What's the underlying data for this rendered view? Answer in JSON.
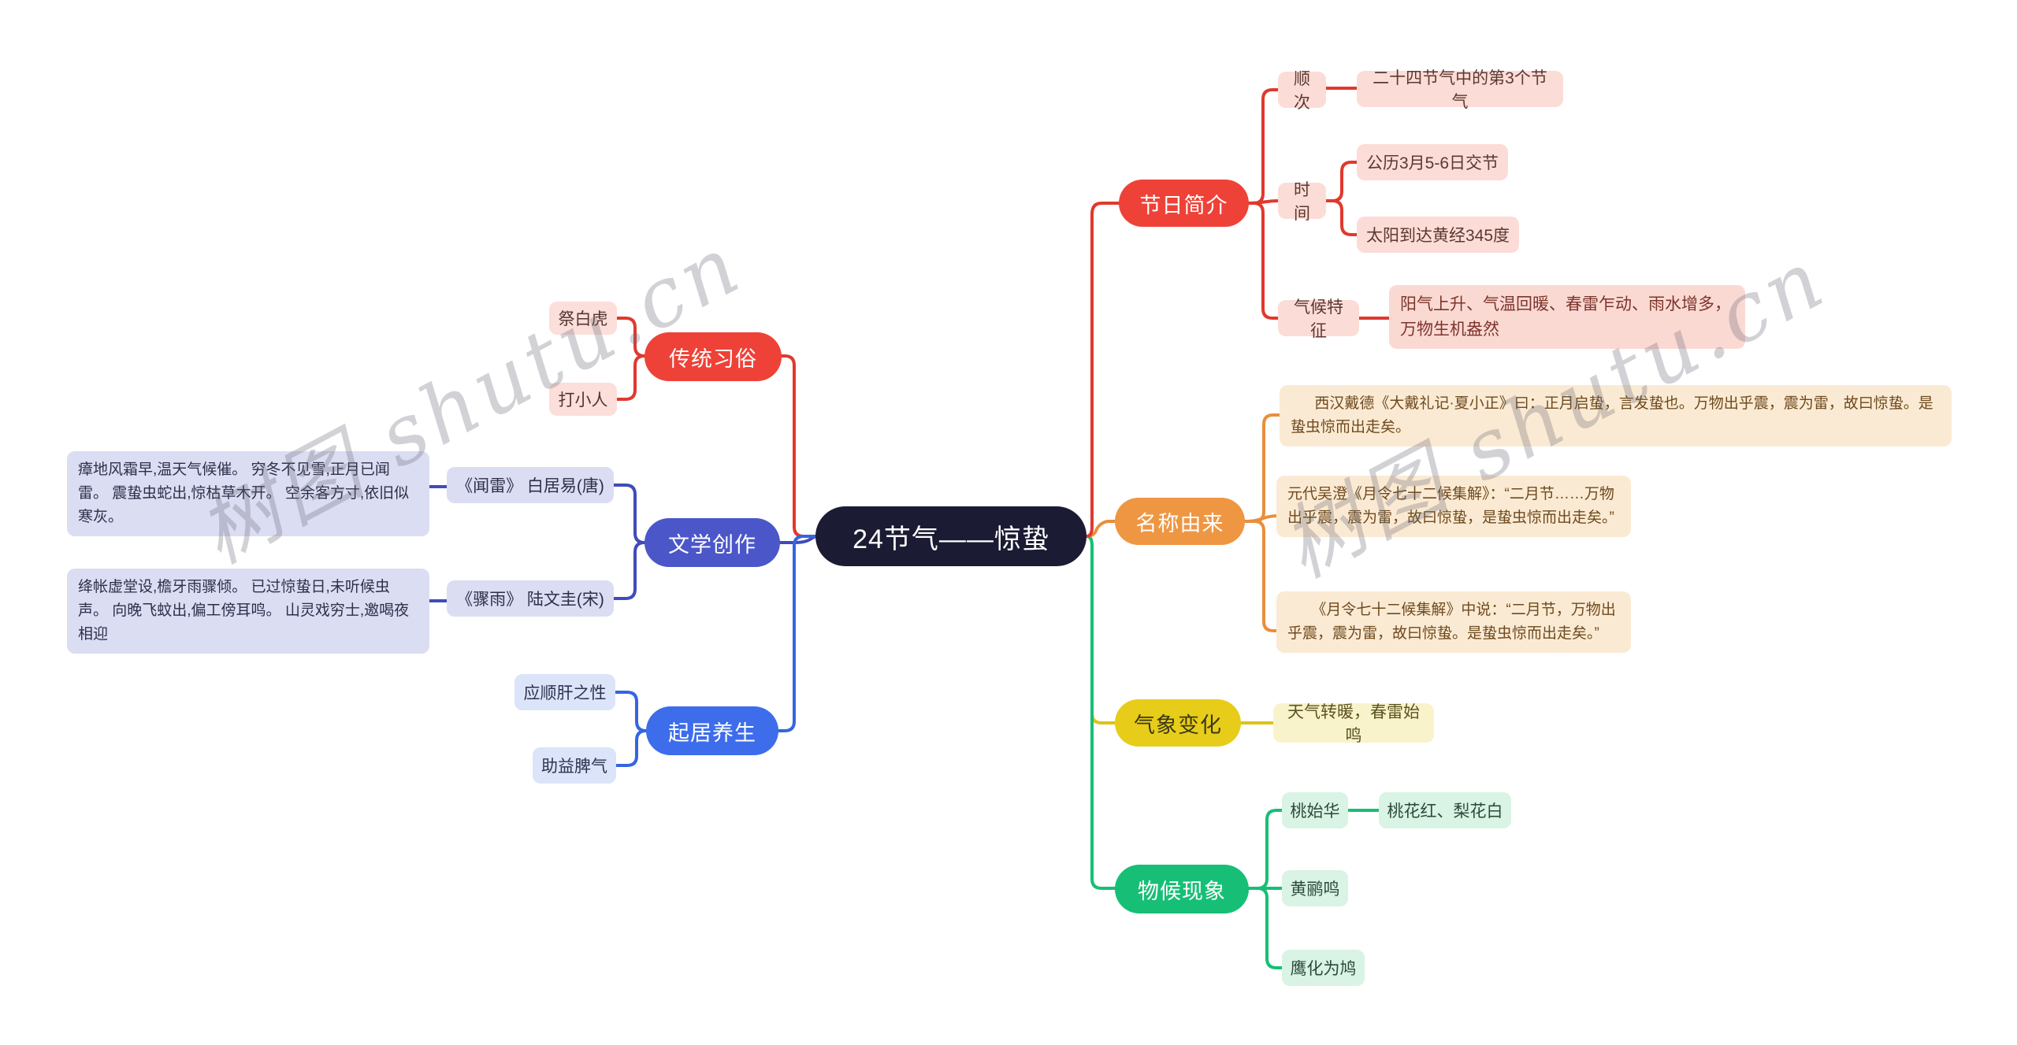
{
  "central": {
    "label": "24节气——惊蛰"
  },
  "watermark": {
    "text": "树图 shutu.cn"
  },
  "colors": {
    "background": "#ffffff",
    "central_node_bg": "#1b1b33",
    "red_branch": "#ee4238",
    "indigo_branch": "#4b57c9",
    "blue_branch": "#3d6deb",
    "orange_branch": "#ef9643",
    "yellow_branch": "#e7cd19",
    "green_branch": "#17bf76"
  },
  "left_branches": [
    {
      "label": "传统习俗",
      "children": [
        {
          "label": "祭白虎"
        },
        {
          "label": "打小人"
        }
      ]
    },
    {
      "label": "文学创作",
      "children": [
        {
          "title": "《闻雷》 白居易(唐)",
          "text": "瘴地风霜早,温天气候催。 穷冬不见雪,正月已闻雷。 震蛰虫蛇出,惊枯草木开。 空余客方寸,依旧似寒灰。"
        },
        {
          "title": "《骤雨》 陆文圭(宋)",
          "text": "绛帐虚堂设,檐牙雨骤倾。 已过惊蛰日,未听候虫声。 向晚飞蚊出,偏工傍耳鸣。 山灵戏穷士,邀喝夜相迎"
        }
      ]
    },
    {
      "label": "起居养生",
      "children": [
        {
          "label": "应顺肝之性"
        },
        {
          "label": "助益脾气"
        }
      ]
    }
  ],
  "right_branches": [
    {
      "label": "节日简介",
      "children": [
        {
          "label": "顺次",
          "leaves": [
            "二十四节气中的第3个节气"
          ]
        },
        {
          "label": "时间",
          "leaves": [
            "公历3月5-6日交节",
            "太阳到达黄经345度"
          ]
        },
        {
          "label": "气候特征",
          "leaves": [
            "阳气上升、气温回暖、春雷乍动、雨水增多，万物生机盎然"
          ]
        }
      ]
    },
    {
      "label": "名称由来",
      "quotes": [
        "西汉戴德《大戴礼记·夏小正》曰：正月启蛰，言发蛰也。万物出乎震，震为雷，故曰惊蛰。是蛰虫惊而出走矣。",
        "元代吴澄《月令七十二候集解》：“二月节……万物出乎震，震为雷，故曰惊蛰，是蛰虫惊而出走矣。”",
        "《月令七十二候集解》中说：“二月节，万物出乎震，震为雷，故曰惊蛰。是蛰虫惊而出走矣。”"
      ]
    },
    {
      "label": "气象变化",
      "leaves": [
        "天气转暖，春雷始鸣"
      ]
    },
    {
      "label": "物候现象",
      "children": [
        {
          "label": "桃始华",
          "leaves": [
            "桃花红、梨花白"
          ]
        },
        {
          "label": "黄鹂鸣"
        },
        {
          "label": "鹰化为鸠"
        }
      ]
    }
  ]
}
